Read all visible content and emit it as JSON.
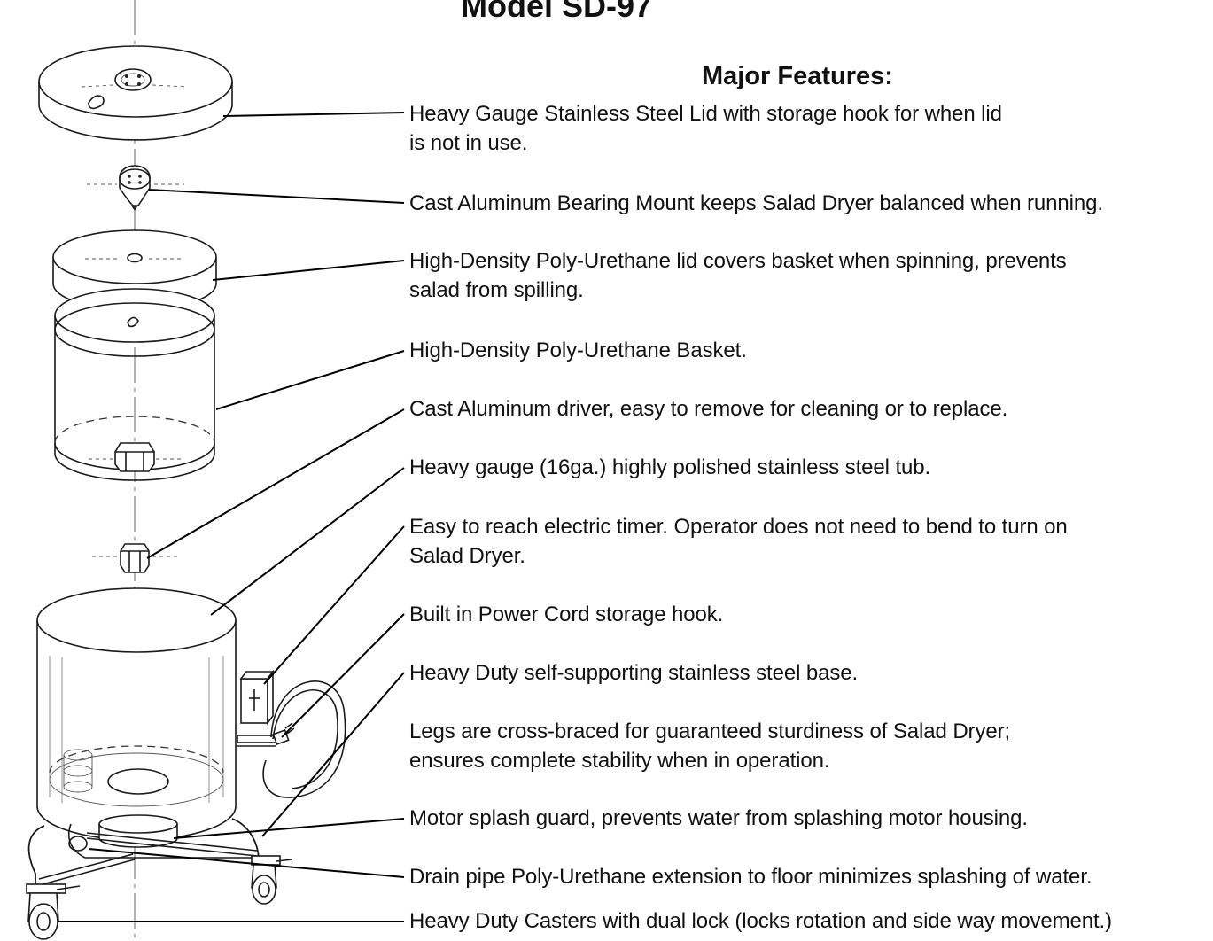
{
  "title": "Model SD-97",
  "subtitle": "Major Features:",
  "features": [
    {
      "lines": [
        "Heavy Gauge Stainless Steel Lid with storage hook for when lid",
        "is not in use."
      ]
    },
    {
      "lines": [
        "Cast Aluminum Bearing Mount keeps Salad Dryer balanced when running."
      ]
    },
    {
      "lines": [
        "High-Density Poly-Urethane lid covers basket when spinning, prevents",
        "salad from spilling."
      ]
    },
    {
      "lines": [
        "High-Density Poly-Urethane Basket."
      ]
    },
    {
      "lines": [
        "Cast Aluminum driver, easy to remove for cleaning or to replace."
      ]
    },
    {
      "lines": [
        "Heavy gauge (16ga.) highly polished stainless steel tub."
      ]
    },
    {
      "lines": [
        "Easy to reach electric timer. Operator does not need to bend to turn on",
        "Salad Dryer."
      ]
    },
    {
      "lines": [
        "Built in Power Cord storage hook."
      ]
    },
    {
      "lines": [
        "Heavy Duty self-supporting stainless steel base."
      ]
    },
    {
      "lines": [
        "Legs are cross-braced for guaranteed sturdiness of Salad Dryer;",
        "ensures complete stability when in operation."
      ]
    },
    {
      "lines": [
        "Motor splash guard, prevents water from splashing motor housing."
      ]
    },
    {
      "lines": [
        "Drain pipe Poly-Urethane extension to floor minimizes splashing of water."
      ]
    },
    {
      "lines": [
        "Heavy Duty Casters with dual lock (locks rotation and side way movement.)"
      ]
    }
  ]
}
